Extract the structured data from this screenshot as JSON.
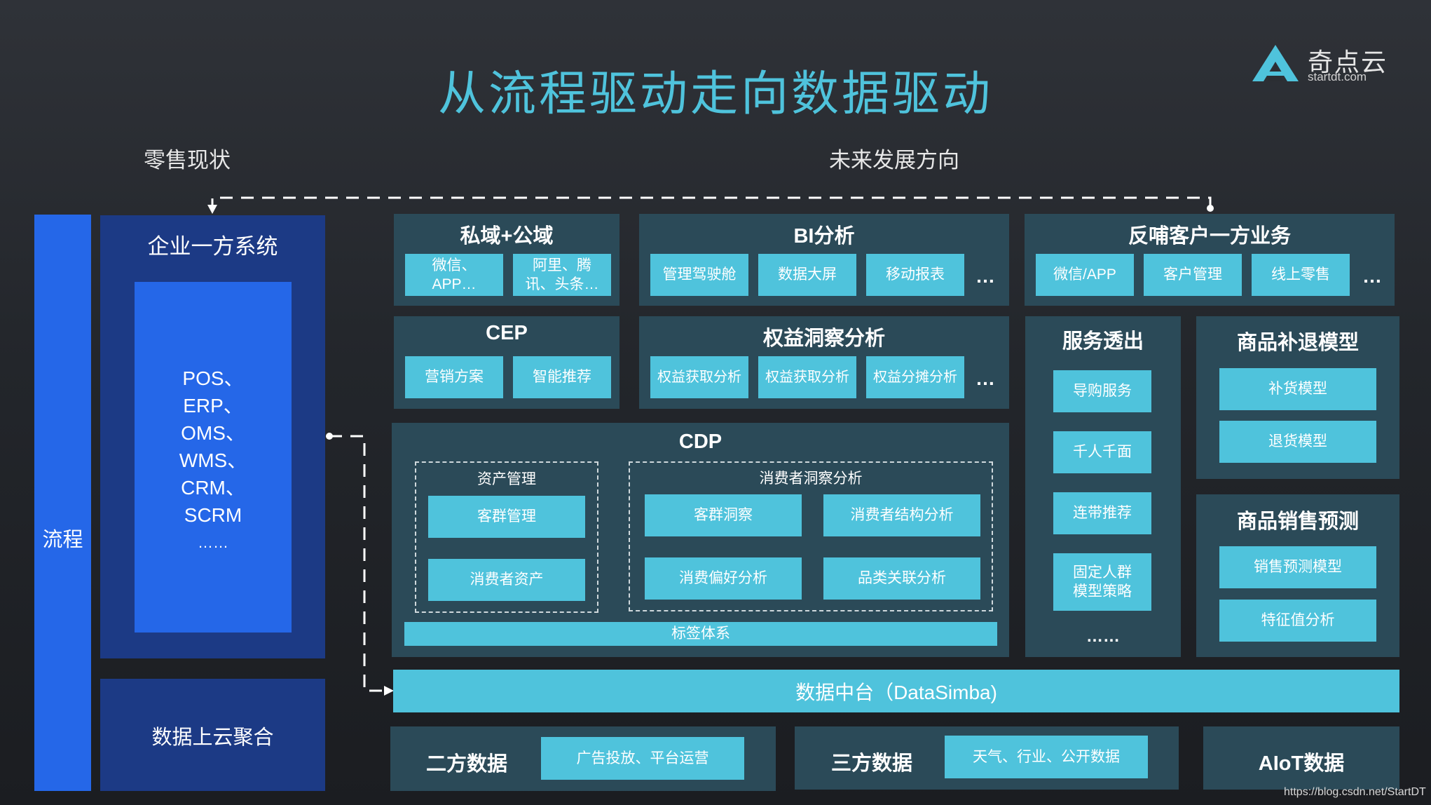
{
  "title": "从流程驱动走向数据驱动",
  "logo": {
    "cn": "奇点云",
    "en": "startdt.com"
  },
  "current_label": "零售现状",
  "future_label": "未来发展方向",
  "left": {
    "flow_label": "流程",
    "enterprise_title": "企业一方系统",
    "systems": [
      "POS、",
      "ERP、",
      "OMS、",
      "WMS、",
      "CRM、",
      "SCRM",
      "……"
    ],
    "cloud_label": "数据上云聚合"
  },
  "private_domain": {
    "title": "私域+公域",
    "items": [
      "微信、\nAPP…",
      "阿里、腾\n讯、头条…"
    ]
  },
  "bi": {
    "title": "BI分析",
    "items": [
      "管理驾驶舱",
      "数据大屏",
      "移动报表"
    ],
    "more": "…"
  },
  "feedback": {
    "title": "反哺客户一方业务",
    "items": [
      "微信/APP",
      "客户管理",
      "线上零售"
    ],
    "more": "…"
  },
  "cep": {
    "title": "CEP",
    "items": [
      "营销方案",
      "智能推荐"
    ]
  },
  "rights": {
    "title": "权益洞察分析",
    "items": [
      "权益获取分析",
      "权益获取分析",
      "权益分摊分析"
    ],
    "more": "…"
  },
  "cdp": {
    "title": "CDP",
    "asset": {
      "title": "资产管理",
      "items": [
        "客群管理",
        "消费者资产"
      ]
    },
    "insight": {
      "title": "消费者洞察分析",
      "items": [
        "客群洞察",
        "消费者结构分析",
        "消费偏好分析",
        "品类关联分析"
      ]
    },
    "tag_system": "标签体系"
  },
  "service": {
    "title": "服务透出",
    "items": [
      "导购服务",
      "千人千面",
      "连带推荐",
      "固定人群\n模型策略"
    ],
    "more": "……"
  },
  "replenish": {
    "title": "商品补退模型",
    "items": [
      "补货模型",
      "退货模型"
    ]
  },
  "forecast": {
    "title": "商品销售预测",
    "items": [
      "销售预测模型",
      "特征值分析"
    ]
  },
  "data_middle": "数据中台（DataSimba)",
  "bottom": {
    "second_party": {
      "label": "二方数据",
      "chip": "广告投放、平台运营"
    },
    "third_party": {
      "label": "三方数据",
      "chip": "天气、行业、公开数据"
    },
    "aiot": {
      "label": "AIoT数据"
    }
  },
  "watermark": "https://blog.csdn.net/StartDT",
  "colors": {
    "accent": "#4fc3dc",
    "panel": "#2b4a58",
    "blue": "#2567e8",
    "navy": "#1c3a85"
  }
}
